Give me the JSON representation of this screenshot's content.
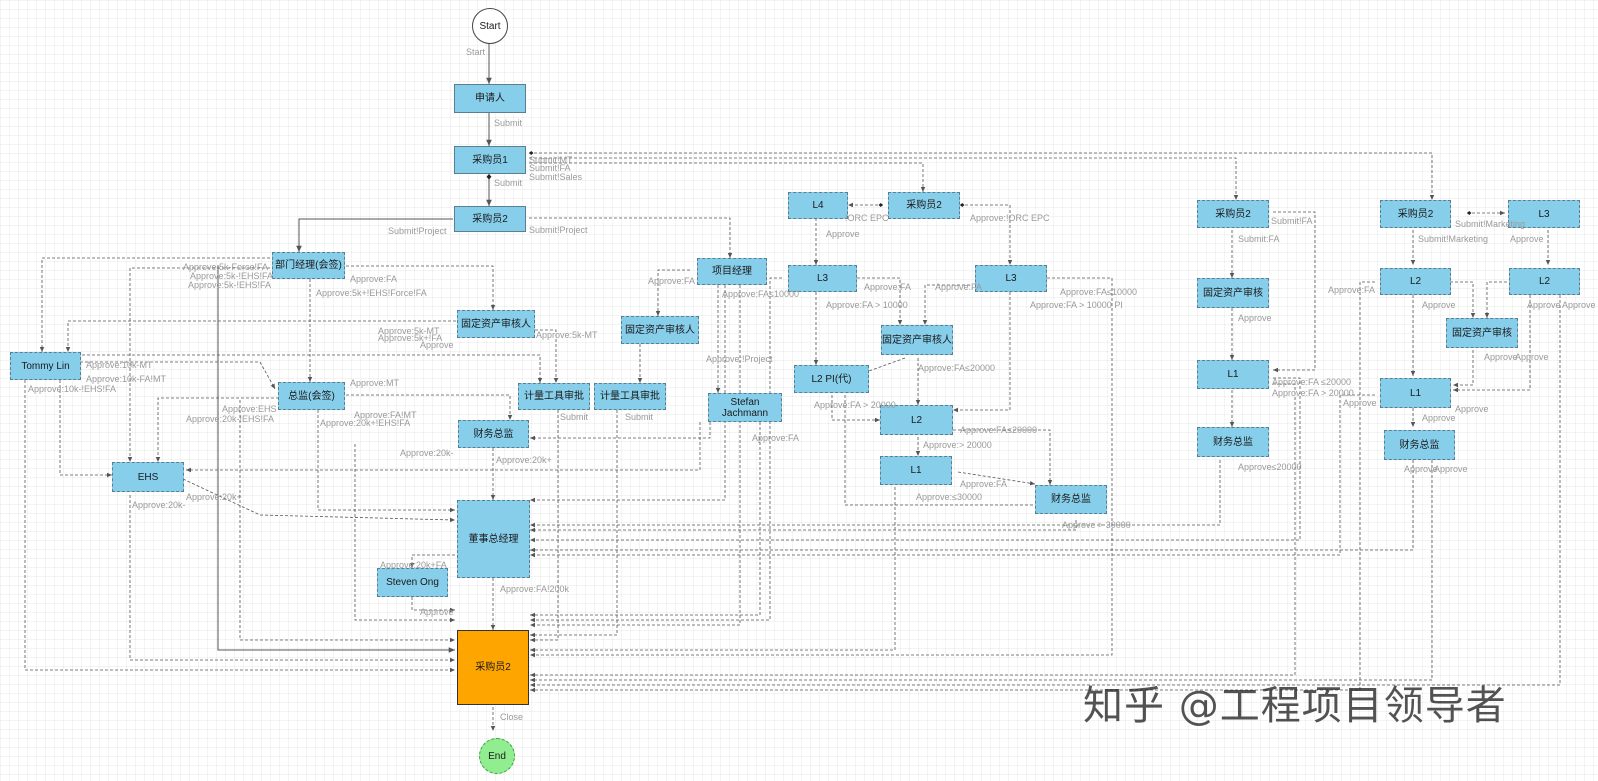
{
  "diagram": {
    "nodes": {
      "start": "Start",
      "applicant": "申请人",
      "buyer1": "采购员1",
      "buyer2_main": "采购员2",
      "dept_manager": "部门经理(会签)",
      "fixed_asset_reviewer_a": "固定资产审核人",
      "tommy": "Tommy Lin",
      "director": "总监(会签)",
      "metering_a": "计量工具审批",
      "metering_b": "计量工具审批",
      "fixed_asset_reviewer_b": "固定资产审核人",
      "project_manager": "项目经理",
      "stefan": "Stefan Jachmann",
      "finance_director_a": "财务总监",
      "ehs": "EHS",
      "general_manager": "董事总经理",
      "steven": "Steven Ong",
      "final_buyer": "采购员2",
      "end": "End",
      "l4": "L4",
      "buyer2_epc": "采购员2",
      "l3_a": "L3",
      "l3_b": "L3",
      "fixed_asset_reviewer_c": "固定资产审核人",
      "l2_pi": "L2 PI(代)",
      "l2_a": "L2",
      "l1_a": "L1",
      "finance_director_b": "财务总监",
      "buyer2_fa": "采购员2",
      "fixed_asset_audit_a": "固定资产审核",
      "l1_b": "L1",
      "finance_director_c": "财务总监",
      "buyer2_mkt": "采购员2",
      "l3_c": "L3",
      "l2_b": "L2",
      "l2_c": "L2",
      "fixed_asset_audit_b": "固定资产审核",
      "l1_c": "L1",
      "finance_director_d": "财务总监"
    },
    "edge_labels": {
      "start_label": "Start",
      "submit_1": "Submit",
      "submit_2": "Submit",
      "submit_mt": "Submit!MT",
      "submit_fa": "Submit!FA",
      "submit_sales": "Submit!Sales",
      "submit_project_a": "Submit!Project",
      "submit_project_b": "Submit!Project",
      "approve_5k_force": "Approve:5k-Force!FA",
      "approve_5k_ehs_a": "Approve:5k-!EHS!FA",
      "approve_5k_ehs_b": "Approve:5k-!EHS!FA",
      "approve_fa_dept": "Approve:FA",
      "approve_5k_ehs_force": "Approve:5k+!EHS!Force!FA",
      "approve_5k_mt": "Approve:5k-MT",
      "approve_5k_mt_left": "Approve:5k-MT",
      "approve_5k_fa": "Approve:5k+!FA",
      "approve_plain_1": "Approve",
      "approve_10k_mt": "Approve:10k-MT",
      "approve_10k_fa_mt": "Approve:10k-FA!MT",
      "approve_10k_ehs": "Approve:10k-!EHS!FA",
      "approve_mt_dir": "Approve:MT",
      "approve_ehs_dir": "Approve:EHS",
      "approve_20k_ehs_fa": "Approve:20k-!EHS!FA",
      "approve_fa_mt": "Approve:FA!MT",
      "approve_20k_ehs_fa_b": "Approve:20k+!EHS!FA",
      "submit_meter_a": "Submit",
      "submit_meter_b": "Submit",
      "approve_20k_minus": "Approve:20k-",
      "approve_20k_plus": "Approve:20k+",
      "approve_20k_ehs": "Approve:20k-",
      "approve_20k_plus_b": "Approve:20k+",
      "approve_20k_fa": "Approve:20k+FA",
      "approve_plain_steven": "Approve",
      "approve_fa_200k": "Approve:FA!200k",
      "close": "Close",
      "approve_fa_pm": "Approve:FA",
      "approve_10000_pm": "Approve:FA≤10000",
      "approve_project": "Approve:!Project",
      "approve_fa_stefan": "Approve:FA",
      "orc_epc": "!ORC EPC",
      "approve_orc_epc": "Approve:!ORC EPC",
      "approve_l4": "Approve",
      "approve_fa_l3": "Approve:FA",
      "approve_fa_gt10000": "Approve:FA > 10000",
      "approve_fa_l3b": "Approve:FA",
      "approve_fa_le10000": "Approve:FA≤10000",
      "approve_fa_gt10000_pi": "Approve:FA > 10000 PI",
      "approve_fa_le20000": "Approve:FA≤20000",
      "approve_fa_gt20000_l2pi": "Approve:FA > 20000",
      "approve_fa_le20000_l2": "Approve:FA≤20000",
      "approve_gt20000": "Approve:> 20000",
      "approve_fa_l1": "Approve:FA",
      "approve_le30000": "Approve:≤30000",
      "approve_gt30000": "Approve > 30000",
      "submit_fa_right": "Submit!FA",
      "submit_fa_right_b": "Submit:FA",
      "approve_fa_asset": "Approve",
      "approve_fa_le20000_r": "Approve:FA ≤20000",
      "approve_fa_gt20000_r": "Approve:FA > 20000",
      "approve_le20000_fin": "Approve≤20000",
      "submit_marketing": "Submit!Marketing",
      "submit_marketing_b": "Submit!Marketing",
      "approve_l3c": "Approve",
      "approve_fa_l2b": "Approve:FA",
      "approve_l2b": "Approve",
      "approve_l2c": "Approve",
      "approve_l2c_b": "Approve",
      "approve_asset_b": "Approve",
      "approve_asset_b2": "Approve",
      "approve_l1c": "Approve",
      "approve_l1c_b": "Approve",
      "approve_l1c_c": "Approve",
      "approve_fin_d": "Approve",
      "approve_fin_d2": "Approve"
    }
  },
  "watermark": "知乎 @工程项目领导者",
  "colors": {
    "task_fill": "#87ceeb",
    "final_fill": "#ffa500",
    "end_fill": "#90ee90"
  }
}
